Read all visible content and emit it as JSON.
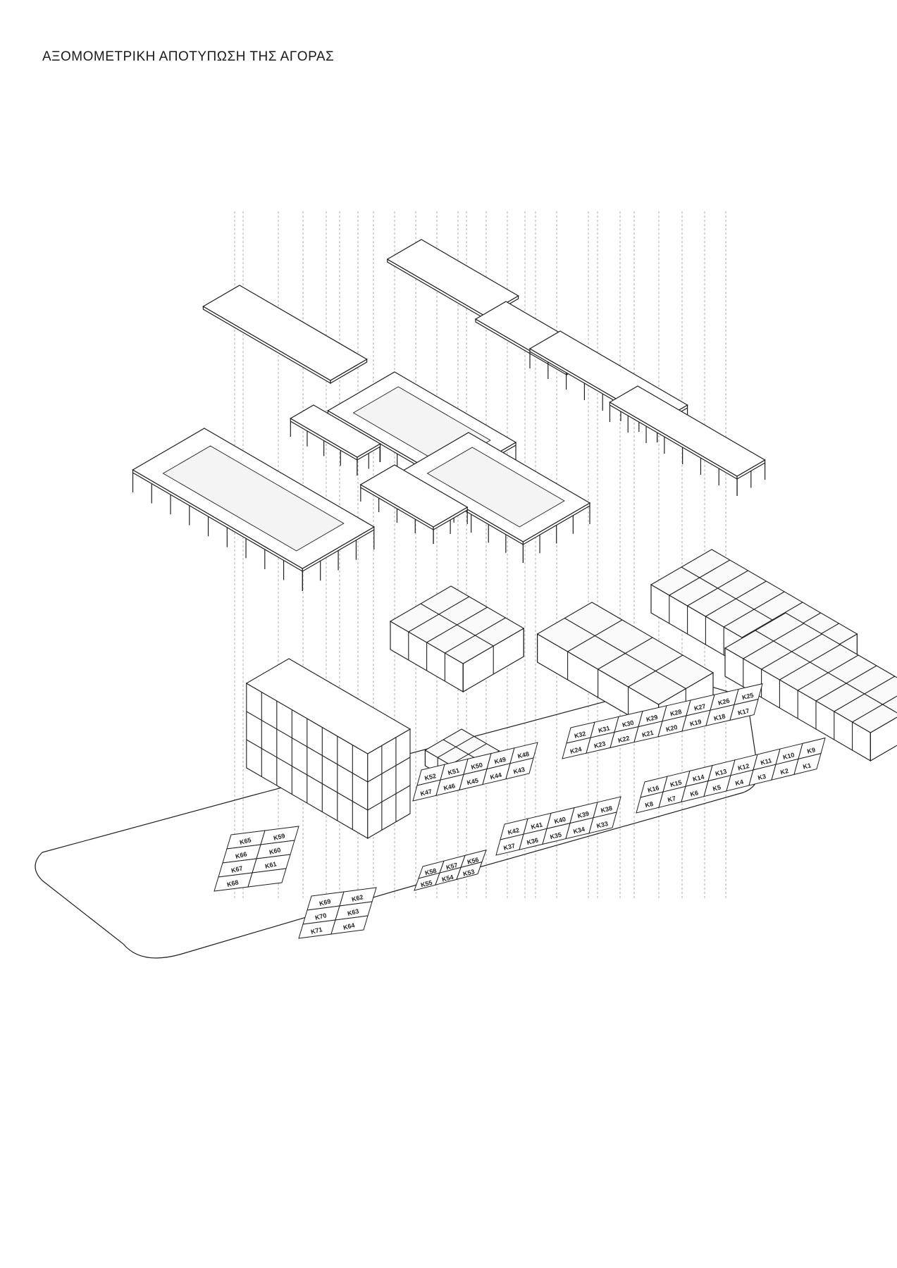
{
  "title": "ΑΞΟΜΟΜΕΤΡΙΚΗ ΑΠΟΤΥΠΩΣΗ ΤΗΣ ΑΓΟΡΑΣ",
  "colors": {
    "ink": "#1f1f1f",
    "guide": "#8a8a8a",
    "background": "#ffffff"
  },
  "stall_groups": [
    {
      "name": "group-k17-k32",
      "rows": [
        [
          "Κ32",
          "Κ31",
          "Κ30",
          "Κ29",
          "Κ28",
          "Κ27",
          "Κ26",
          "Κ25"
        ],
        [
          "Κ24",
          "Κ23",
          "Κ22",
          "Κ21",
          "Κ20",
          "Κ19",
          "Κ18",
          "Κ17"
        ]
      ]
    },
    {
      "name": "group-k1-k16",
      "rows": [
        [
          "Κ16",
          "Κ15",
          "Κ14",
          "Κ13",
          "Κ12",
          "Κ11",
          "Κ10",
          "Κ9"
        ],
        [
          "Κ8",
          "Κ7",
          "Κ6",
          "Κ5",
          "Κ4",
          "Κ3",
          "Κ2",
          "Κ1"
        ]
      ]
    },
    {
      "name": "group-k43-k52",
      "rows": [
        [
          "Κ52",
          "Κ51",
          "Κ50",
          "Κ49",
          "Κ48"
        ],
        [
          "Κ47",
          "Κ46",
          "Κ45",
          "Κ44",
          "Κ43"
        ]
      ]
    },
    {
      "name": "group-k33-k42",
      "rows": [
        [
          "Κ42",
          "Κ41",
          "Κ40",
          "Κ39",
          "Κ38"
        ],
        [
          "Κ37",
          "Κ36",
          "Κ35",
          "Κ34",
          "Κ33"
        ]
      ]
    },
    {
      "name": "group-k53-k58",
      "rows": [
        [
          "Κ58",
          "Κ57",
          "Κ56"
        ],
        [
          "Κ55",
          "Κ54",
          "Κ53"
        ]
      ]
    },
    {
      "name": "group-k59-k68",
      "rows": [
        [
          "Κ65",
          "Κ59"
        ],
        [
          "Κ66",
          "Κ60"
        ],
        [
          "Κ67",
          "Κ61"
        ],
        [
          "Κ68",
          ""
        ]
      ]
    },
    {
      "name": "group-k62-k71",
      "rows": [
        [
          "Κ69",
          "Κ62"
        ],
        [
          "Κ70",
          "Κ63"
        ],
        [
          "Κ71",
          "Κ64"
        ]
      ]
    }
  ]
}
